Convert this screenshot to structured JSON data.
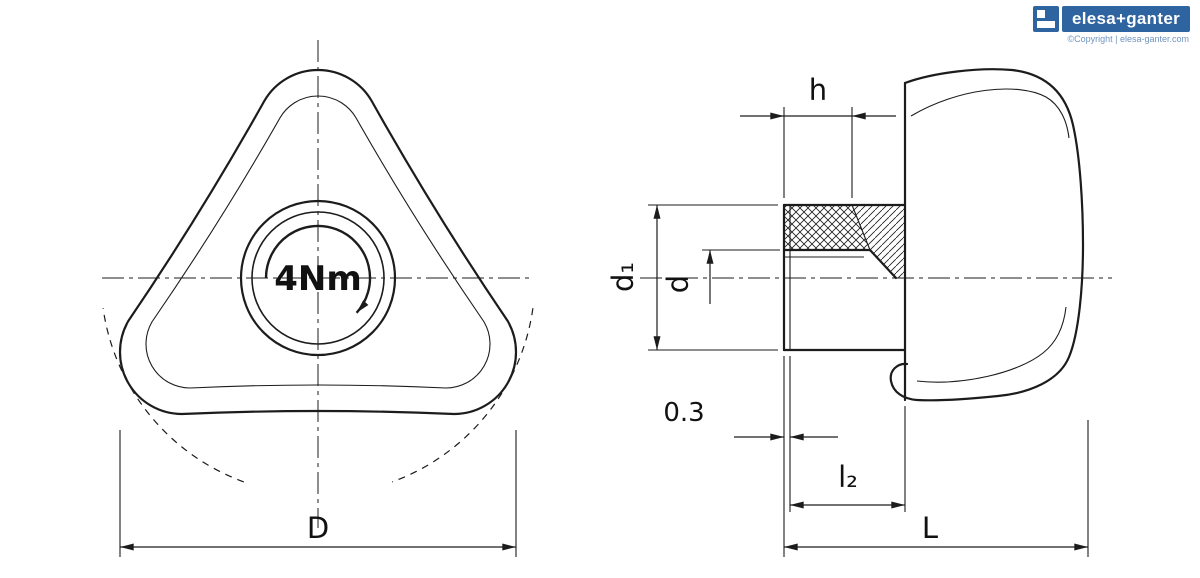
{
  "branding": {
    "logo_text": "elesa+ganter",
    "copyright": "©Copyright | elesa-ganter.com",
    "brand_color": "#2e64a0"
  },
  "front_view": {
    "torque_label": "4Nm",
    "dim_outer_diameter": "D"
  },
  "side_view": {
    "dim_hub_height": "h",
    "dim_hub_diameter": "d₁",
    "dim_thread_diameter": "d",
    "dim_face_offset": "0.3",
    "dim_thread_length": "l₂",
    "dim_total_length": "L"
  }
}
